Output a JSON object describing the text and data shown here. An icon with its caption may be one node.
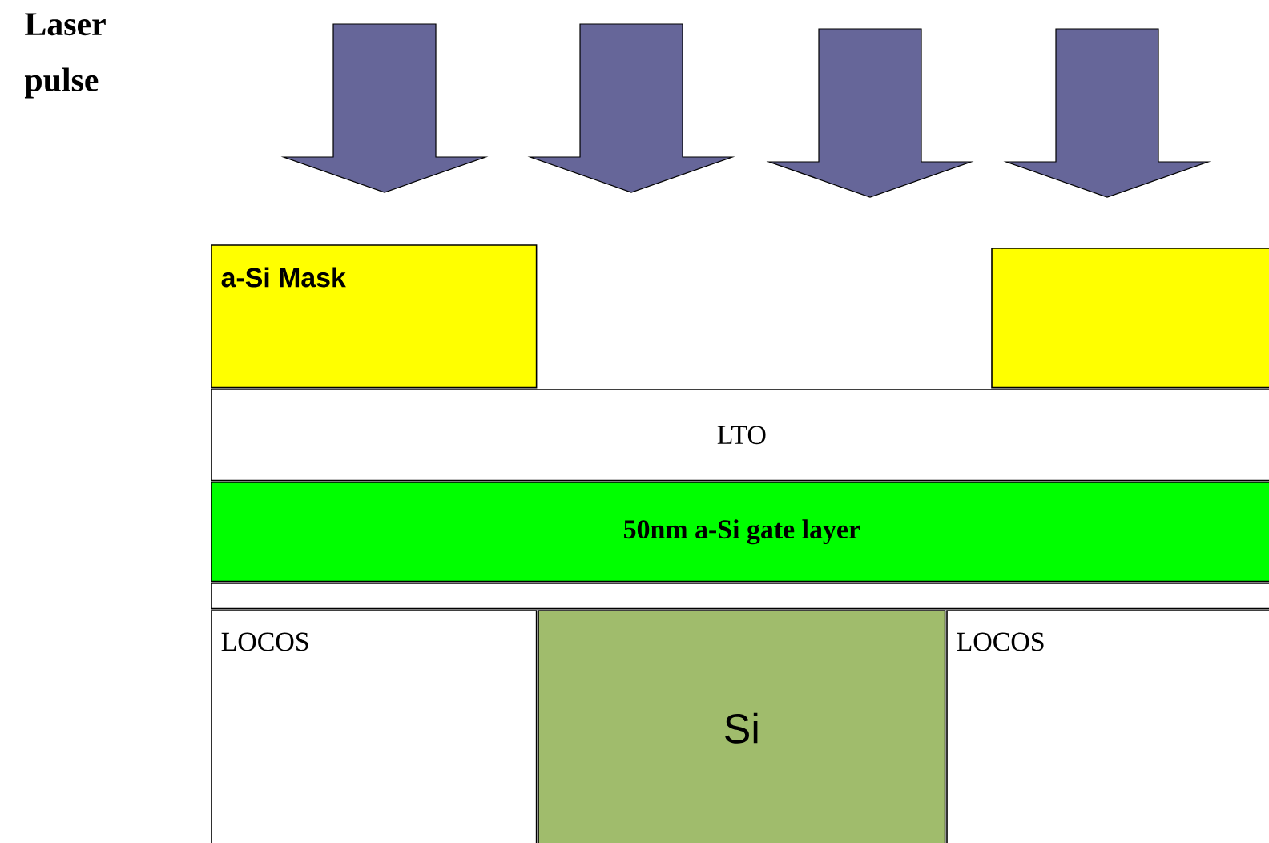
{
  "diagram": {
    "nodes": [
      {
        "text": [
          "a-Si Mask"
        ]
      },
      {
        "text": [],
        "shape": "box"
      },
      {
        "text": [
          "LTO"
        ]
      },
      {
        "text": [
          "50nm a-Si gate layer"
        ]
      },
      {
        "text": [],
        "shape": "box"
      },
      {
        "text": [
          "LOCOS"
        ]
      },
      {
        "text": [
          "Si"
        ]
      },
      {
        "text": [
          "LOCOS"
        ]
      }
    ],
    "edges": [],
    "labels": [
      "Laser pulse"
    ]
  }
}
